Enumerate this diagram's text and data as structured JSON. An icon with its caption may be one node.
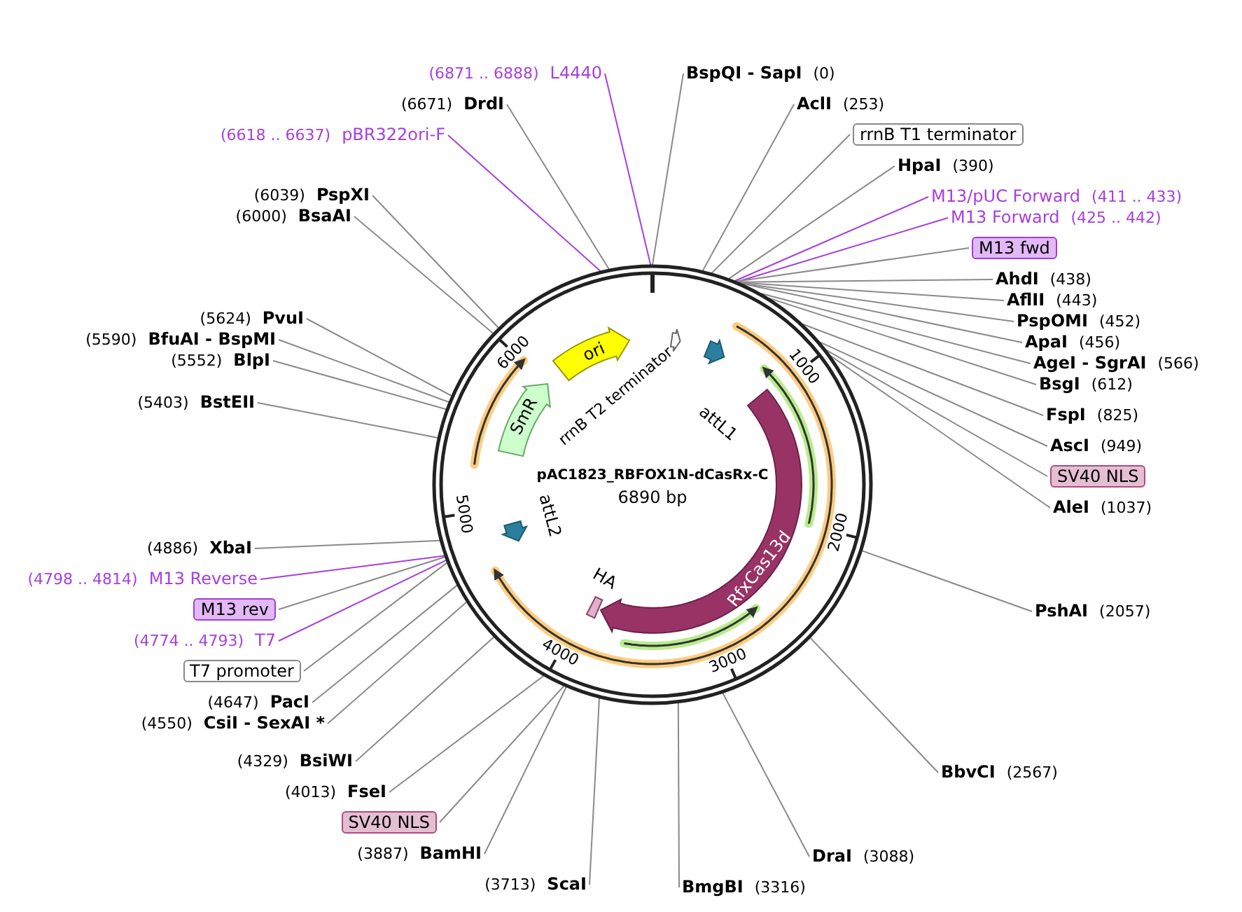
{
  "diagram": {
    "title": "pAC1823_RBFOX1N-dCasRx-C",
    "nodes": [
      {
        "text": [
          "(6871 .. 6888)",
          "L4440"
        ]
      },
      {
        "text": [
          "BspQI - SapI",
          "(0)"
        ]
      },
      {
        "text": [
          "(6671)",
          "DrdI"
        ]
      },
      {
        "text": [
          "AclI",
          "(253)"
        ]
      },
      {
        "text": [
          "(6618 .. 6637)",
          "pBR322ori-F"
        ]
      },
      {
        "text": [
          "rrnB T1 terminator"
        ]
      },
      {
        "text": [
          "HpaI",
          "(390)"
        ]
      },
      {
        "text": [
          "(6039)",
          "PspXI"
        ]
      },
      {
        "text": [
          "M13/pUC Forward",
          "(411 .. 433)"
        ]
      },
      {
        "text": [
          "(6000)",
          "BsaAI"
        ]
      },
      {
        "text": [
          "M13 Forward",
          "(425 .. 442)"
        ]
      },
      {
        "text": [
          "M13 fwd"
        ]
      },
      {
        "text": [
          "AhdI",
          "(438)"
        ]
      },
      {
        "text": [
          "AflII",
          "(443)"
        ]
      },
      {
        "text": [
          "(5624)",
          "PvuI"
        ]
      },
      {
        "text": [
          "PspOMI",
          "(452)"
        ]
      },
      {
        "text": [
          "(5590)",
          "BfuAI - BspMI"
        ]
      },
      {
        "text": [
          "ApaI",
          "(456)"
        ]
      },
      {
        "text": [
          "(5552)",
          "BlpI"
        ]
      },
      {
        "text": [
          "AgeI - SgrAI",
          "(566)"
        ]
      },
      {
        "text": [
          "BsgI",
          "(612)"
        ]
      },
      {
        "text": [
          "(5403)",
          "BstEII"
        ]
      },
      {
        "text": [
          "FspI",
          "(825)"
        ]
      },
      {
        "text": [
          "AscI",
          "(949)"
        ]
      },
      {
        "text": [
          "SV40 NLS"
        ]
      },
      {
        "text": [
          "AleI",
          "(1037)"
        ]
      },
      {
        "text": [
          "(4886)",
          "XbaI"
        ]
      },
      {
        "text": [
          "(4798 .. 4814)",
          "M13 Reverse"
        ]
      },
      {
        "text": [
          "M13 rev"
        ]
      },
      {
        "text": [
          "PshAI",
          "(2057)"
        ]
      },
      {
        "text": [
          "(4774 .. 4793)",
          "T7"
        ]
      },
      {
        "text": [
          "T7 promoter"
        ]
      },
      {
        "text": [
          "(4647)",
          "PacI"
        ]
      },
      {
        "text": [
          "(4550)",
          "CsiI - SexAI *"
        ]
      },
      {
        "text": [
          "(4329)",
          "BsiWI"
        ]
      },
      {
        "text": [
          "BbvCI",
          "(2567)"
        ]
      },
      {
        "text": [
          "(4013)",
          "FseI"
        ]
      },
      {
        "text": [
          "SV40 NLS"
        ]
      },
      {
        "text": [
          "(3887)",
          "BamHI"
        ]
      },
      {
        "text": [
          "DraI",
          "(3088)"
        ]
      },
      {
        "text": [
          "(3713)",
          "ScaI"
        ]
      },
      {
        "text": [
          "BmgBI",
          "(3316)"
        ]
      },
      {
        "text": [],
        "shape": "circle"
      },
      {
        "text": [
          "ori"
        ],
        "in": 42
      },
      {
        "text": [
          "SmR"
        ],
        "in": 42
      },
      {
        "text": [
          "rrnB T2 terminator"
        ],
        "in": 42
      },
      {
        "text": [
          "attL1"
        ],
        "in": 42
      },
      {
        "text": [
          "attL2"
        ],
        "in": 42
      },
      {
        "text": [
          "HA"
        ],
        "in": 42
      },
      {
        "text": [
          "RfxCas13d"
        ],
        "in": 42
      }
    ],
    "edges": [
      {
        "from": 0,
        "to": 42,
        "arrow": "none",
        "color": "#a63fdf"
      },
      {
        "from": 1,
        "to": 42,
        "arrow": "none"
      },
      {
        "from": 2,
        "to": 42,
        "arrow": "none"
      },
      {
        "from": 3,
        "to": 42,
        "arrow": "none"
      },
      {
        "from": 4,
        "to": 42,
        "arrow": "none",
        "color": "#a63fdf"
      },
      {
        "from": 5,
        "to": 42,
        "arrow": "none"
      },
      {
        "from": 6,
        "to": 42,
        "arrow": "none"
      },
      {
        "from": 7,
        "to": 42,
        "arrow": "none"
      },
      {
        "from": 8,
        "to": 42,
        "arrow": "none",
        "color": "#a63fdf"
      },
      {
        "from": 9,
        "to": 42,
        "arrow": "none"
      },
      {
        "from": 10,
        "to": 42,
        "arrow": "none",
        "color": "#a63fdf"
      },
      {
        "from": 11,
        "to": 42,
        "arrow": "none"
      },
      {
        "from": 12,
        "to": 42,
        "arrow": "none"
      },
      {
        "from": 13,
        "to": 42,
        "arrow": "none"
      },
      {
        "from": 14,
        "to": 42,
        "arrow": "none"
      },
      {
        "from": 15,
        "to": 42,
        "arrow": "none"
      },
      {
        "from": 16,
        "to": 42,
        "arrow": "none"
      },
      {
        "from": 17,
        "to": 42,
        "arrow": "none"
      },
      {
        "from": 18,
        "to": 42,
        "arrow": "none"
      },
      {
        "from": 19,
        "to": 42,
        "arrow": "none"
      },
      {
        "from": 20,
        "to": 42,
        "arrow": "none"
      },
      {
        "from": 21,
        "to": 42,
        "arrow": "none"
      },
      {
        "from": 22,
        "to": 42,
        "arrow": "none"
      },
      {
        "from": 23,
        "to": 42,
        "arrow": "none"
      },
      {
        "from": 24,
        "to": 42,
        "arrow": "none"
      },
      {
        "from": 25,
        "to": 42,
        "arrow": "none"
      },
      {
        "from": 26,
        "to": 42,
        "arrow": "none"
      },
      {
        "from": 27,
        "to": 42,
        "arrow": "none",
        "color": "#a63fdf"
      },
      {
        "from": 28,
        "to": 42,
        "arrow": "none"
      },
      {
        "from": 29,
        "to": 42,
        "arrow": "none"
      },
      {
        "from": 30,
        "to": 42,
        "arrow": "none",
        "color": "#a63fdf"
      },
      {
        "from": 31,
        "to": 42,
        "arrow": "none"
      },
      {
        "from": 32,
        "to": 42,
        "arrow": "none"
      },
      {
        "from": 33,
        "to": 42,
        "arrow": "none"
      },
      {
        "from": 34,
        "to": 42,
        "arrow": "none"
      },
      {
        "from": 35,
        "to": 42,
        "arrow": "none"
      },
      {
        "from": 36,
        "to": 42,
        "arrow": "none"
      },
      {
        "from": 37,
        "to": 42,
        "arrow": "none"
      },
      {
        "from": 38,
        "to": 42,
        "arrow": "none"
      },
      {
        "from": 39,
        "to": 42,
        "arrow": "none"
      },
      {
        "from": 40,
        "to": 42,
        "arrow": "none"
      },
      {
        "from": 41,
        "to": 42,
        "arrow": "none"
      }
    ],
    "labels": [
      "6890 bp",
      "1000",
      "2000",
      "3000",
      "4000",
      "5000",
      "6000"
    ]
  }
}
